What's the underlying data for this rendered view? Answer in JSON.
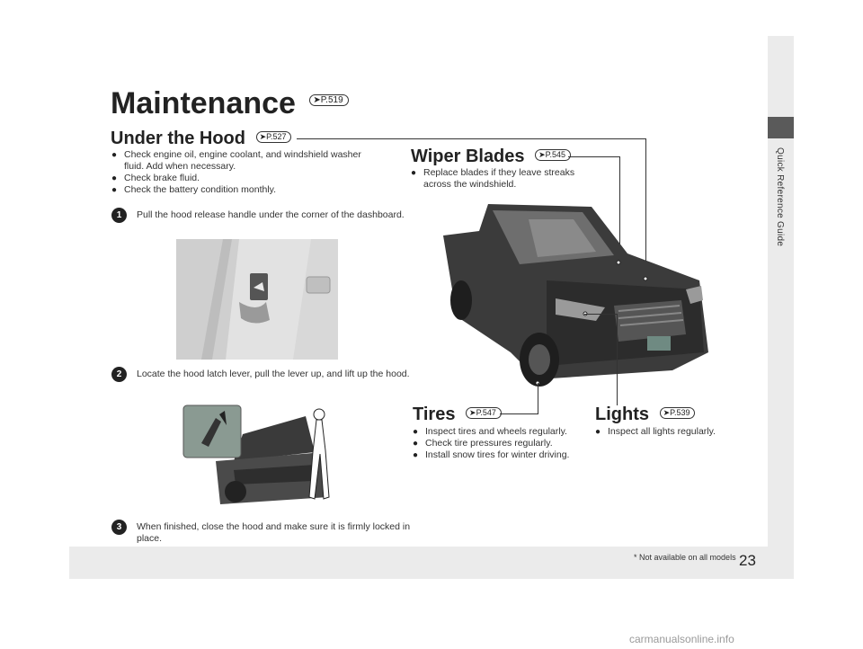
{
  "title": "Maintenance",
  "title_ref": "P.519",
  "under_hood": {
    "heading": "Under the Hood",
    "ref": "P.527",
    "bullets": [
      "Check engine oil, engine coolant, and windshield washer fluid. Add when necessary.",
      "Check brake fluid.",
      "Check the battery condition monthly."
    ],
    "steps": [
      {
        "num": "1",
        "text": "Pull the hood release handle under the corner of the dashboard."
      },
      {
        "num": "2",
        "text": "Locate the hood latch lever, pull the lever up, and lift up the hood."
      },
      {
        "num": "3",
        "text": "When finished, close the hood and make sure it is firmly locked in place."
      }
    ]
  },
  "wiper": {
    "heading": "Wiper Blades",
    "ref": "P.545",
    "bullets": [
      "Replace blades if they leave streaks across the windshield."
    ]
  },
  "tires": {
    "heading": "Tires",
    "ref": "P.547",
    "bullets": [
      "Inspect tires and wheels regularly.",
      "Check tire pressures regularly.",
      "Install snow tires for winter driving."
    ]
  },
  "lights": {
    "heading": "Lights",
    "ref": "P.539",
    "bullets": [
      "Inspect all lights regularly."
    ]
  },
  "side_tab_label": "Quick Reference Guide",
  "page_number": "23",
  "footnote": "* Not available on all models",
  "watermark": "carmanualsonline.info",
  "ref_prefix": "➤"
}
